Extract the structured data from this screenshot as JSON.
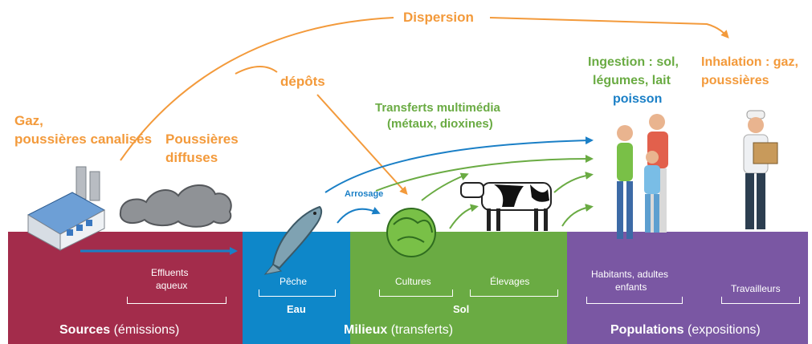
{
  "labels": {
    "dispersion": "Dispersion",
    "depots": "dépôts",
    "gaz_line1": "Gaz,",
    "gaz_line2": "poussières canalisés",
    "poussieres_line1": "Poussières",
    "poussieres_line2": "diffuses",
    "transferts_line1": "Transferts multimédia",
    "transferts_line2": "(métaux, dioxines)",
    "ingestion_line1": "Ingestion : sol,",
    "ingestion_line2": "légumes, lait",
    "ingestion_line3": "poisson",
    "inhalation_line1": "Inhalation : gaz,",
    "inhalation_line2": "poussières",
    "arrosage": "Arrosage"
  },
  "bands": {
    "sources": {
      "color": "#a32c4b",
      "effluents_line1": "Effluents",
      "effluents_line2": "aqueux",
      "title_bold": "Sources",
      "title_rest": "(émissions)"
    },
    "eau": {
      "color": "#0e87c9",
      "peche": "Pêche",
      "title": "Eau"
    },
    "sol": {
      "color": "#6aab43",
      "cultures": "Cultures",
      "elevages": "Élevages",
      "title": "Sol"
    },
    "milieux": {
      "title_bold": "Milieux",
      "title_rest": "(transferts)"
    },
    "populations": {
      "color": "#7a57a3",
      "habitants_line1": "Habitants, adultes",
      "habitants_line2": "enfants",
      "travailleurs": "Travailleurs",
      "title_bold": "Populations",
      "title_rest": "(expositions)"
    }
  },
  "colors": {
    "orange": "#f39a3b",
    "green": "#6aab43",
    "blue": "#1a7fc6"
  },
  "icons": [
    "factory-icon",
    "dust-cloud-icon",
    "fish-icon",
    "lettuce-icon",
    "cow-icon",
    "family-icon",
    "worker-icon"
  ]
}
